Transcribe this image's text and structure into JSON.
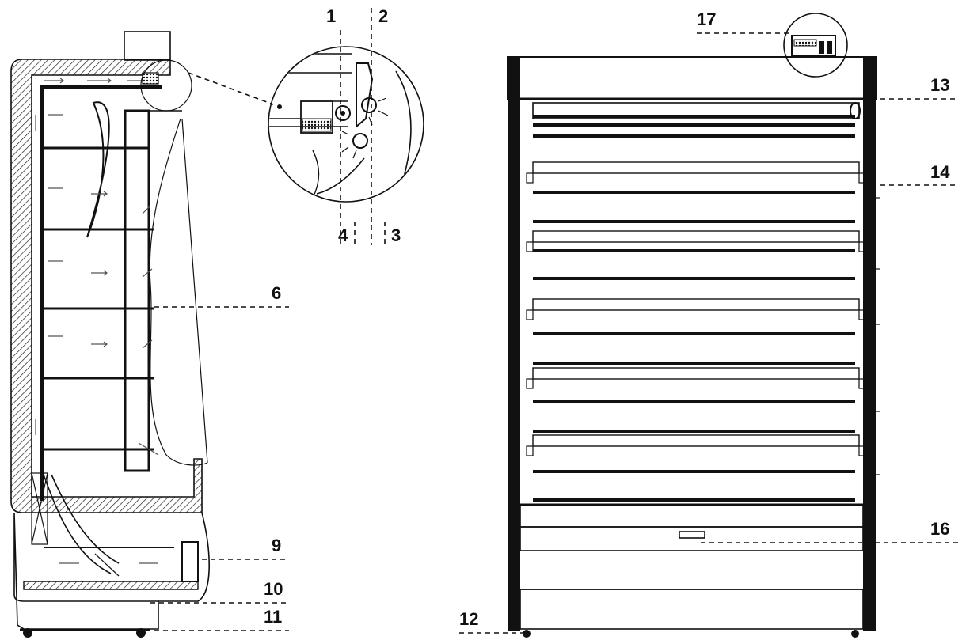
{
  "callouts": {
    "c1": "1",
    "c2": "2",
    "c3": "3",
    "c4": "4",
    "c6": "6",
    "c9": "9",
    "c10": "10",
    "c11": "11",
    "c12": "12",
    "c13": "13",
    "c14": "14",
    "c16": "16",
    "c17": "17"
  },
  "colors": {
    "line": "#111111",
    "background": "#ffffff"
  }
}
